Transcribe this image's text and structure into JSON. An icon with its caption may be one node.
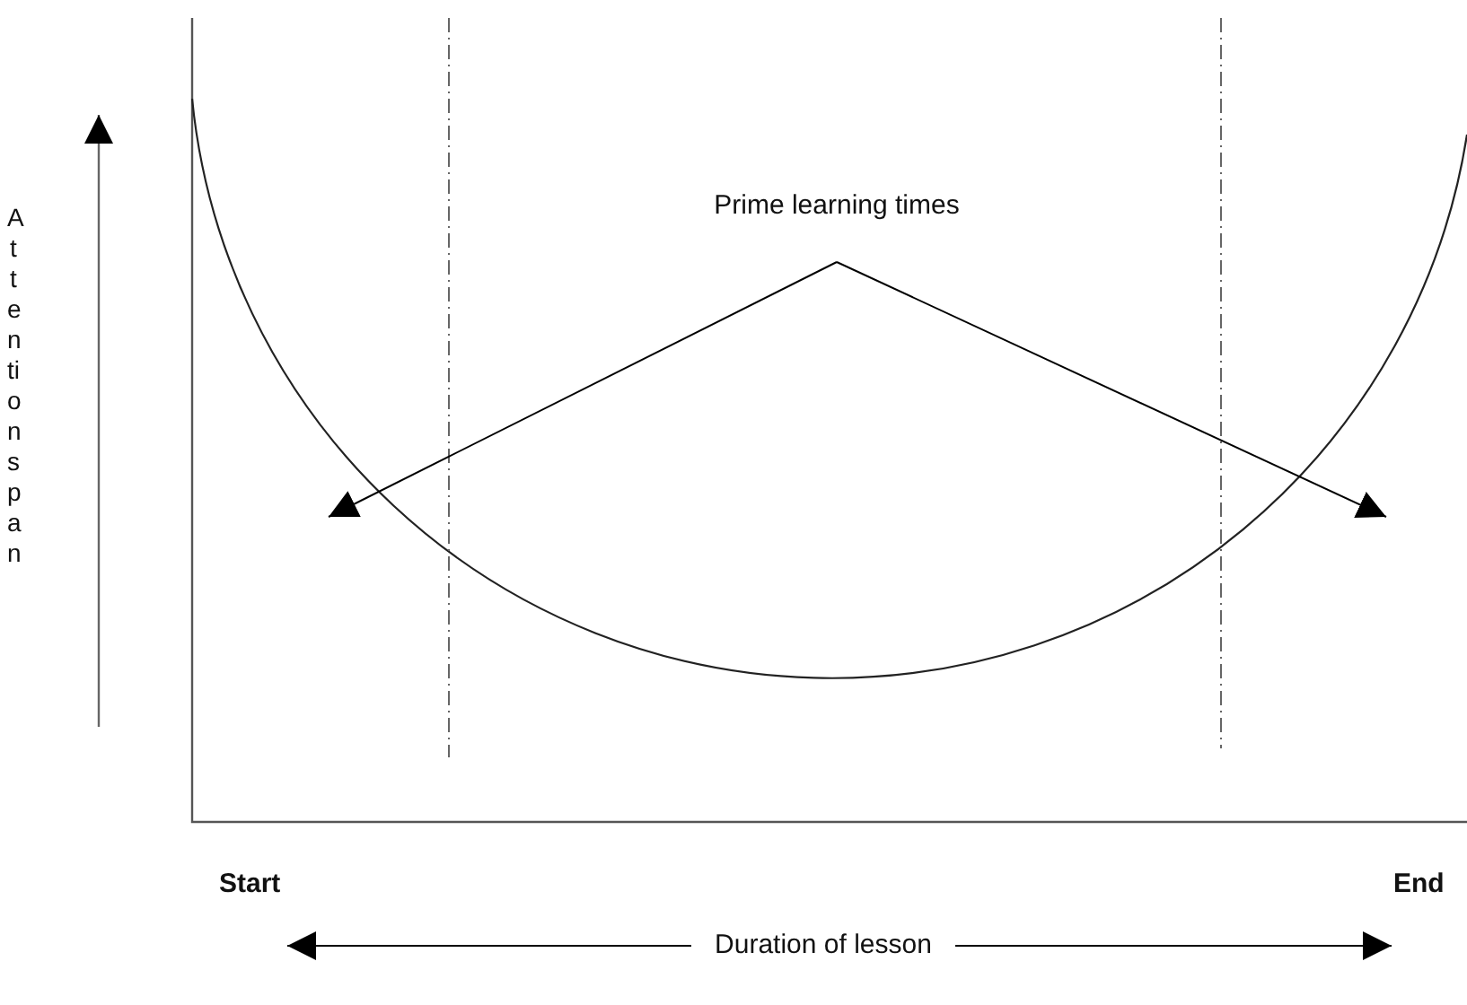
{
  "diagram": {
    "nodes": [
      {
        "text": [
          "Prime learning times"
        ]
      },
      {
        "text": [
          "Duration of lesson"
        ]
      }
    ],
    "edges": [
      {
        "from": 0,
        "to": null,
        "arrow": "to"
      },
      {
        "from": 0,
        "to": null,
        "arrow": "to"
      },
      {
        "from": 1,
        "to": null,
        "arrow": "to"
      },
      {
        "from": 1,
        "to": null,
        "arrow": "to"
      }
    ],
    "labels": [
      "Attention span",
      "Start",
      "End"
    ]
  }
}
